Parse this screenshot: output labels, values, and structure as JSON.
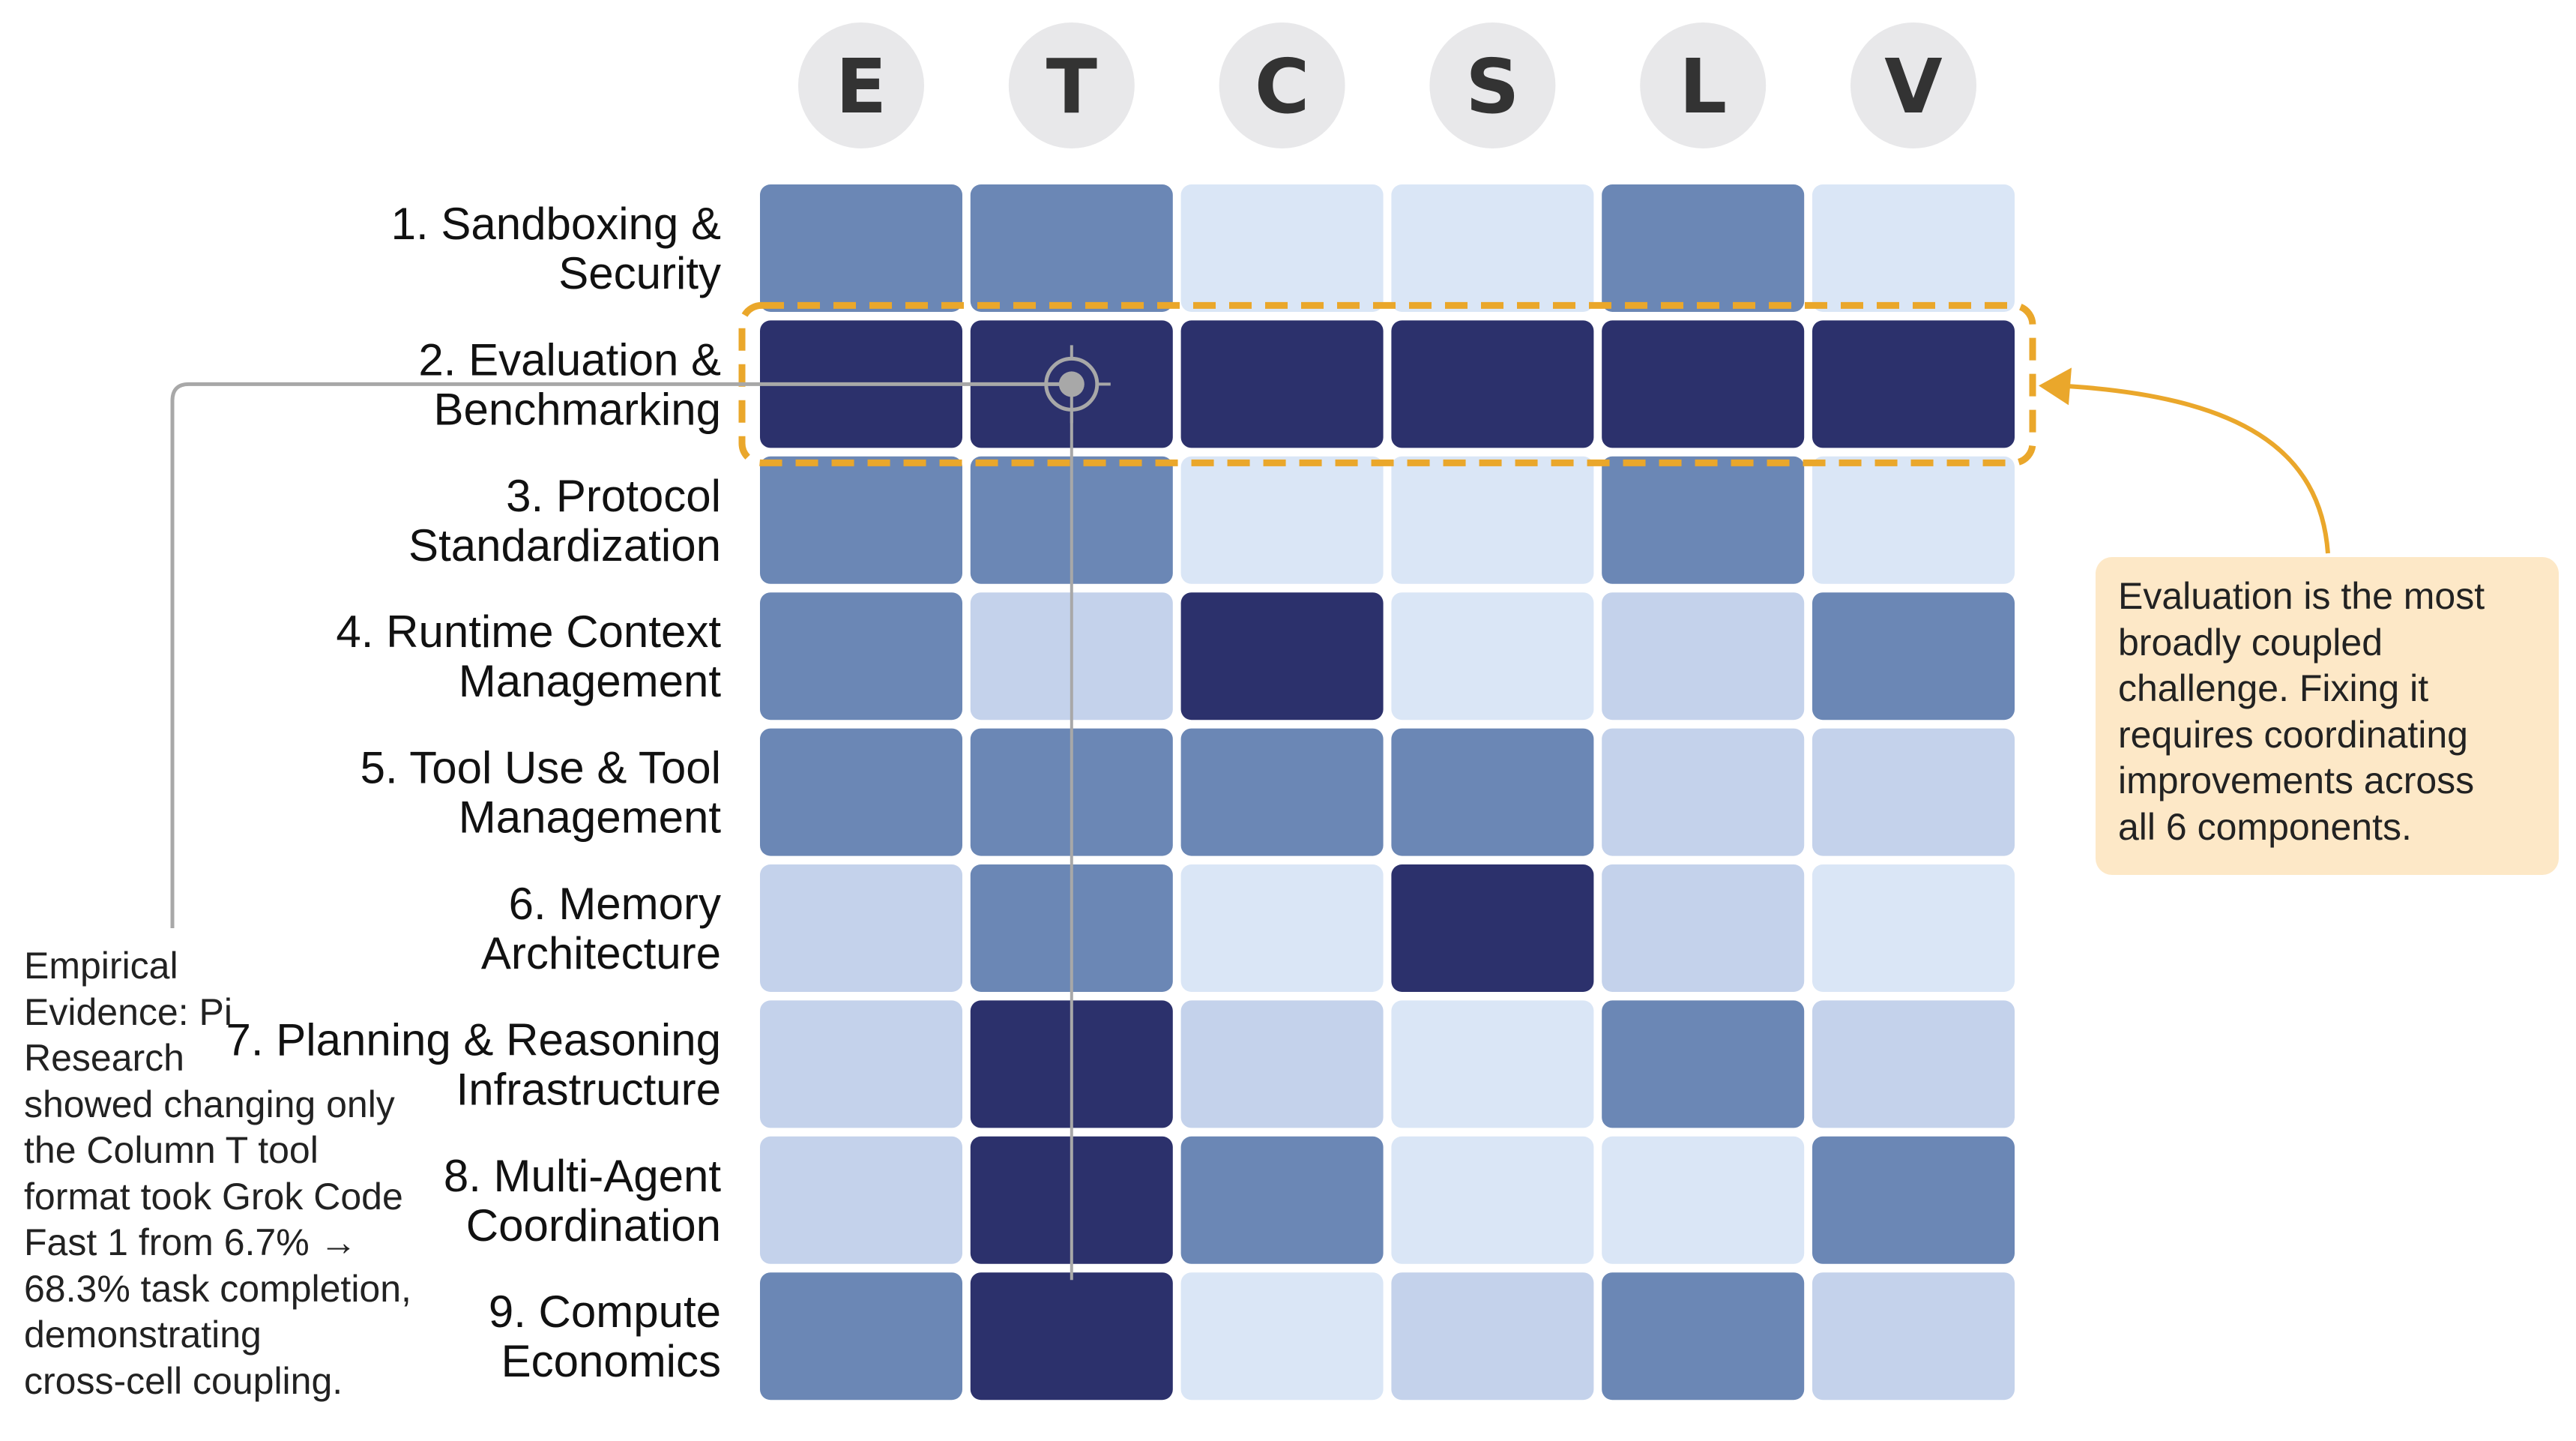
{
  "chart_data": {
    "type": "heatmap",
    "columns": [
      "E",
      "T",
      "C",
      "S",
      "L",
      "V"
    ],
    "rows": [
      "1. Sandboxing &\nSecurity",
      "2. Evaluation &\nBenchmarking",
      "3. Protocol\nStandardization",
      "4. Runtime Context\nManagement",
      "5. Tool Use & Tool\nManagement",
      "6. Memory\nArchitecture",
      "7. Planning & Reasoning\nInfrastructure",
      "8. Multi-Agent\nCoordination",
      "9. Compute\nEconomics"
    ],
    "levels": [
      [
        2,
        2,
        0,
        0,
        2,
        0
      ],
      [
        3,
        3,
        3,
        3,
        3,
        3
      ],
      [
        2,
        2,
        0,
        0,
        2,
        0
      ],
      [
        2,
        1,
        3,
        0,
        1,
        2
      ],
      [
        2,
        2,
        2,
        2,
        1,
        1
      ],
      [
        1,
        2,
        0,
        3,
        1,
        0
      ],
      [
        1,
        3,
        1,
        0,
        2,
        1
      ],
      [
        1,
        3,
        2,
        0,
        0,
        2
      ],
      [
        2,
        3,
        0,
        1,
        2,
        1
      ]
    ],
    "level_scale": "0 = weak, 1 = moderate, 2 = strong, 3 = very strong coupling",
    "highlighted_row": 2,
    "highlighted_column": "T"
  },
  "colors": {
    "level_0": "#dae6f6",
    "level_1": "#c4d2eb",
    "level_2": "#6b87b5",
    "level_3": "#2c316c",
    "header_circle": "#e8e8ea",
    "highlight": "#eaa72b",
    "callout_bg": "#fde8c7",
    "connector": "#a8a8a8"
  },
  "annotations": {
    "evidence": "Empirical\nEvidence: Pi\nResearch\nshowed changing only\nthe Column T tool\nformat took Grok Code\nFast 1 from 6.7% →\n68.3% task completion,\ndemonstrating\ncross-cell coupling.",
    "callout": "Evaluation is the most\nbroadly coupled\nchallenge. Fixing it\nrequires coordinating\nimprovements across\nall 6 components."
  }
}
